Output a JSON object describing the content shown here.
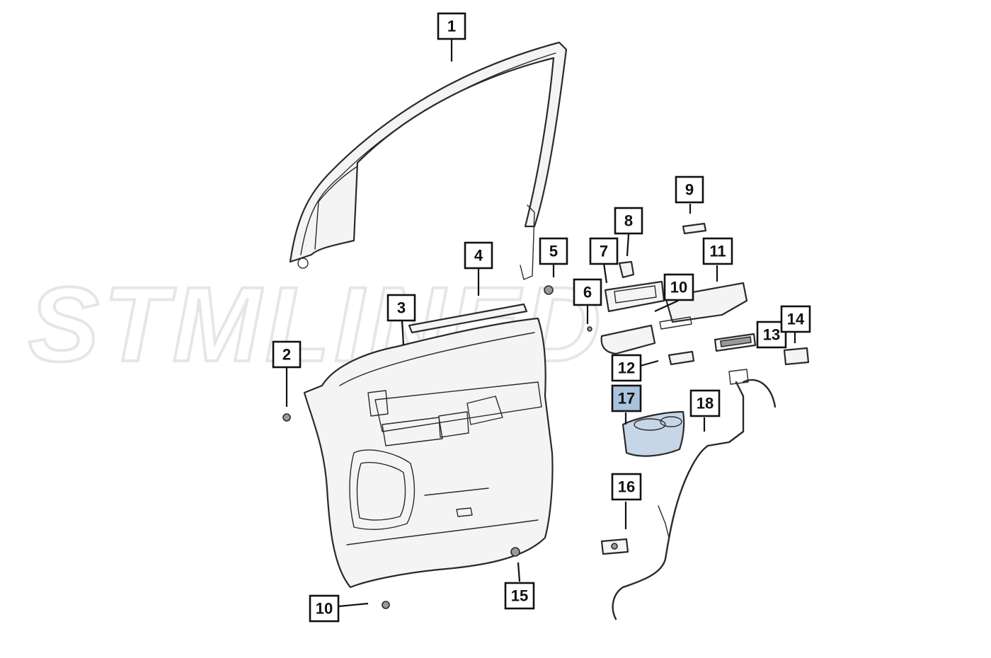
{
  "watermark": {
    "text": "STMLINED"
  },
  "callouts": [
    {
      "label": "1"
    },
    {
      "label": "2"
    },
    {
      "label": "3"
    },
    {
      "label": "4"
    },
    {
      "label": "5"
    },
    {
      "label": "6"
    },
    {
      "label": "7"
    },
    {
      "label": "8"
    },
    {
      "label": "9"
    },
    {
      "label": "10"
    },
    {
      "label": "11"
    },
    {
      "label": "12"
    },
    {
      "label": "13"
    },
    {
      "label": "14"
    },
    {
      "label": "10"
    },
    {
      "label": "15"
    },
    {
      "label": "16"
    },
    {
      "label": "17",
      "highlighted": true
    },
    {
      "label": "18"
    }
  ],
  "colors": {
    "highlight": "#a9c3dd",
    "line": "#2a2a2a",
    "watermark": "#e6e6e6"
  }
}
